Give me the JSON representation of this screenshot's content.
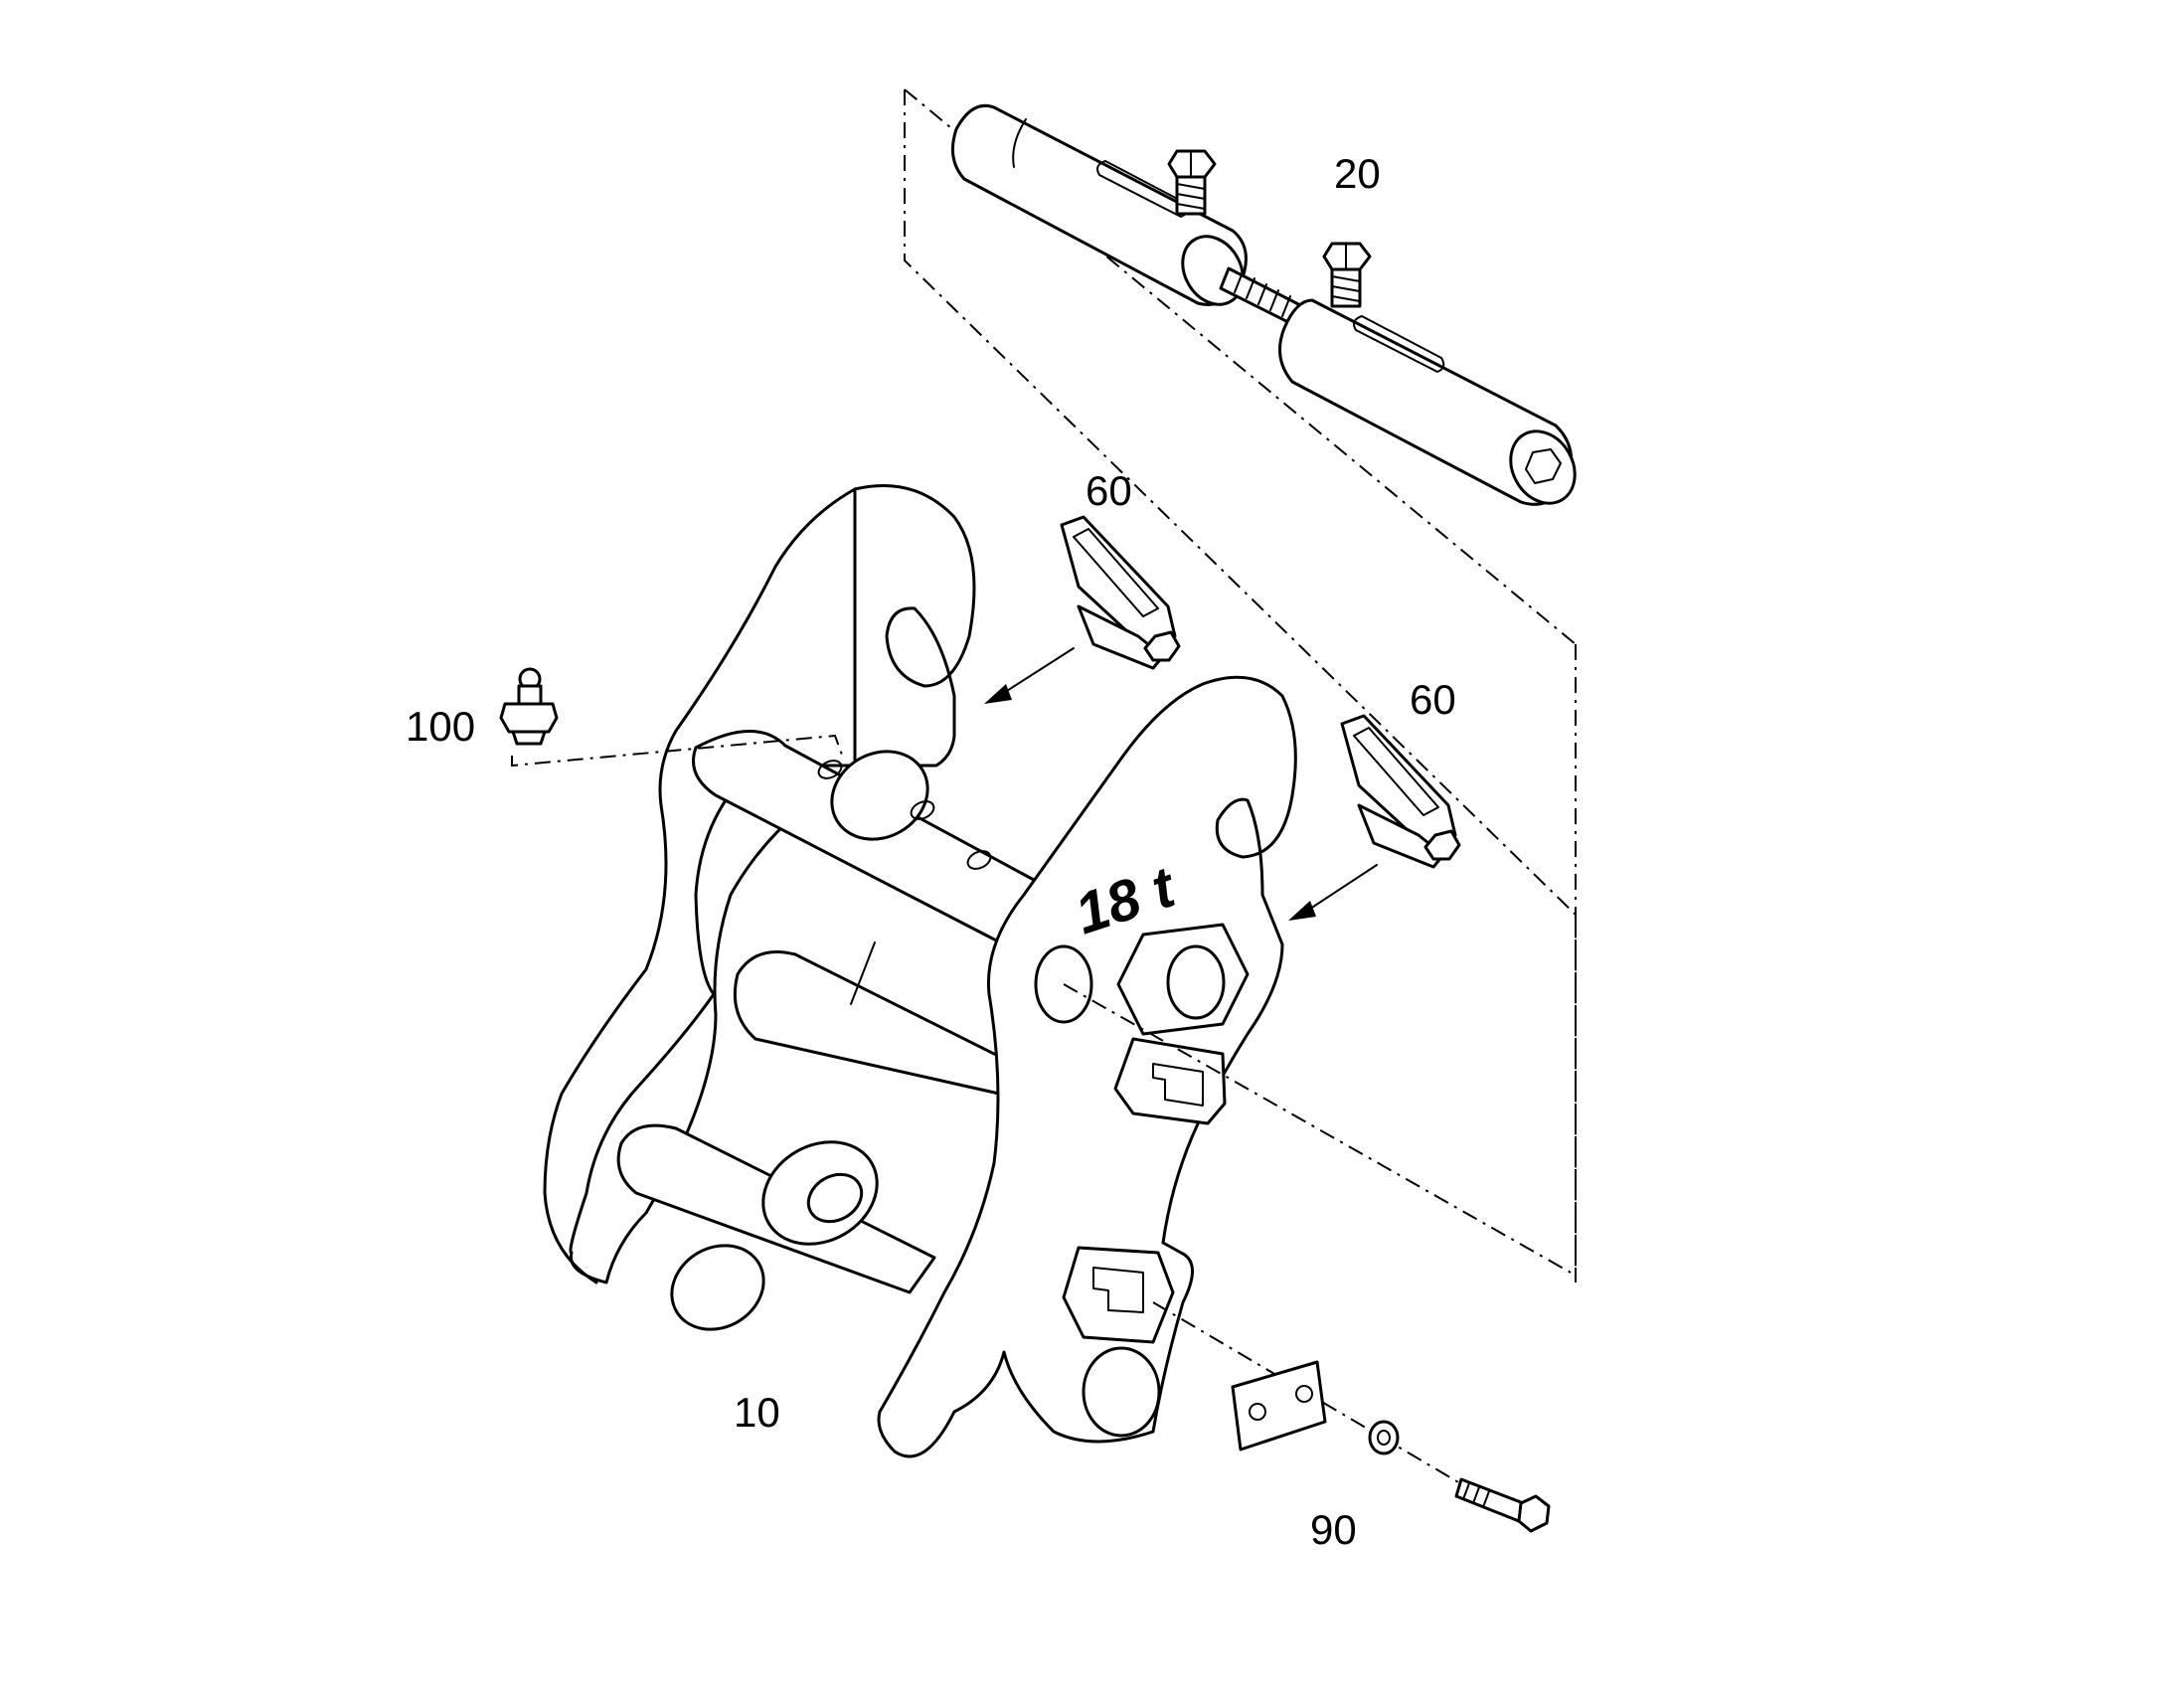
{
  "callouts": {
    "pins_assembly": "20",
    "left_latch": "60",
    "right_latch": "60",
    "grease_nipple": "100",
    "frame": "10",
    "bolt_set": "90"
  },
  "stamp_text": "18 t",
  "colors": {
    "line": "#000000",
    "background": "#ffffff"
  }
}
